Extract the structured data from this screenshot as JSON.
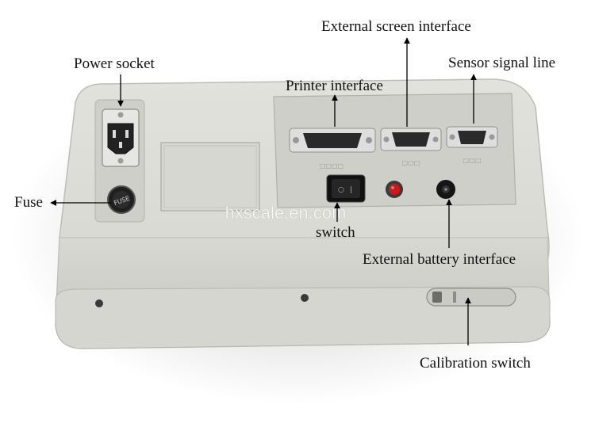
{
  "labels": {
    "power_socket": "Power socket",
    "fuse": "Fuse",
    "printer_interface": "Printer interface",
    "external_screen_interface": "External screen interface",
    "sensor_signal_line": "Sensor signal line",
    "switch": "switch",
    "external_battery_interface": "External battery interface",
    "calibration_switch": "Calibration switch"
  },
  "watermark": "hxscale.en.com",
  "fuse_marking": "FUSE",
  "colors": {
    "housing": "#dcdcd6",
    "housing_shadow": "#b9b9b3",
    "panel": "#d1d1cb",
    "connector_metal": "#c8c8c8",
    "button_red": "#c8191e",
    "rocker_black": "#1a1a1a",
    "arrow": "#000000",
    "text": "#111111"
  },
  "icons": {
    "power_socket": "iec-power-socket-icon",
    "fuse": "fuse-holder-icon",
    "printer_port": "db25-connector-icon",
    "screen_port": "db15-connector-icon",
    "sensor_port": "db9-connector-icon",
    "rocker": "rocker-switch-icon",
    "red_button": "red-button-icon",
    "battery_jack": "dc-jack-icon",
    "calibration": "slide-switch-icon"
  }
}
